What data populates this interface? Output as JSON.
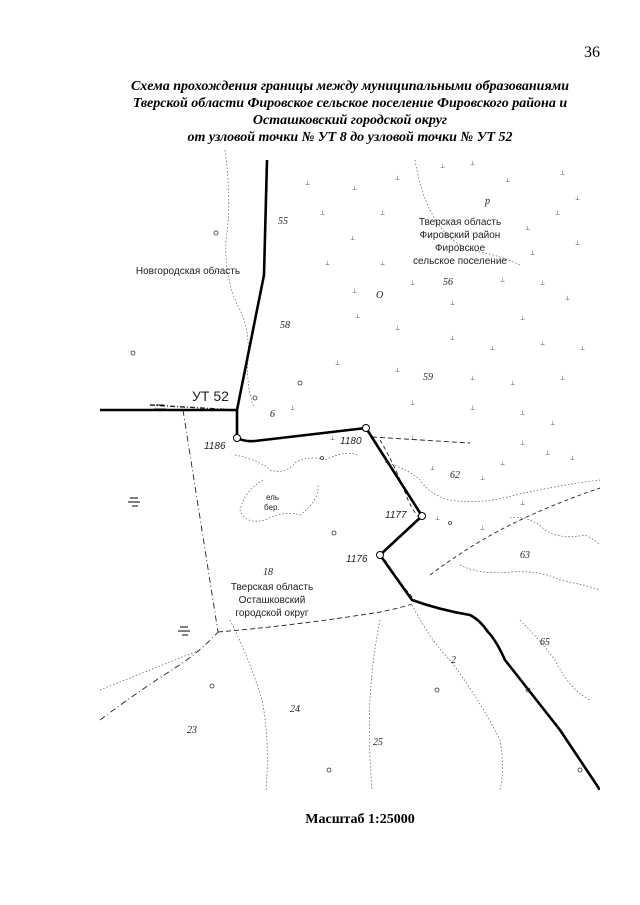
{
  "page_number": "36",
  "title_lines": [
    "Схема прохождения границы между муниципальными образованиями",
    "Тверской области Фировское сельское поселение Фировского района и",
    "Осташковский городской округ",
    "от узловой точки № УТ 8 до узловой точки № УТ 52"
  ],
  "map": {
    "region_firovo": [
      "Тверская область",
      "Фировский район",
      "Фировское",
      "сельское поселение"
    ],
    "region_novgorod": "Новгородская область",
    "region_ostashkov": [
      "Тверская область",
      "Осташковский",
      "городской округ"
    ],
    "key_point": "УТ 52",
    "nodes": [
      "1186",
      "1180",
      "1177",
      "1176"
    ],
    "quarter_numbers": [
      "55",
      "56",
      "58",
      "59",
      "62",
      "63",
      "65",
      "18",
      "2",
      "23",
      "24",
      "25",
      "6"
    ],
    "marsh_labels": [
      "ель",
      "бер."
    ],
    "misc_labels": [
      "р",
      "О"
    ]
  },
  "scale_label": "Масштаб 1:25000"
}
